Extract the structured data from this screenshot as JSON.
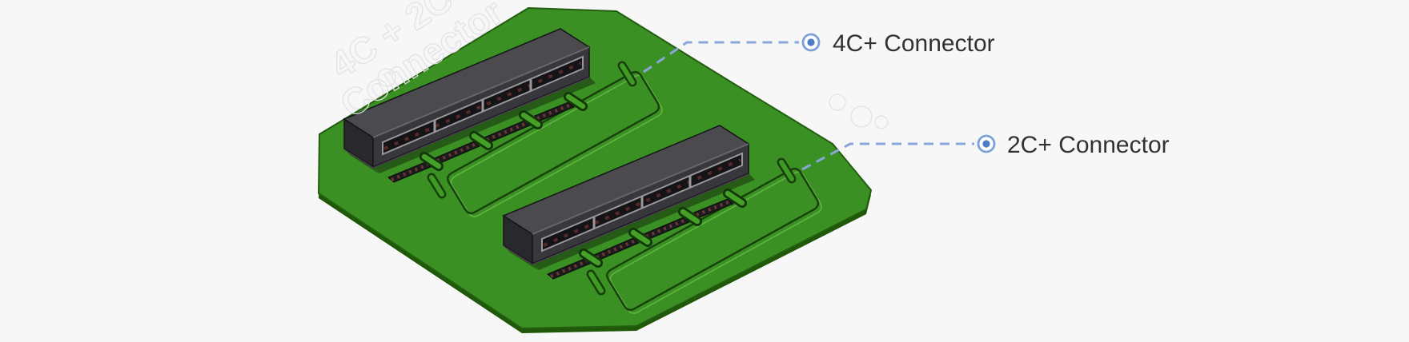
{
  "diagram": {
    "description": "Isometric rendering of a green PCB with two edge connectors and two callout labels",
    "background_color": "#f7f7f8"
  },
  "board": {
    "name": "green PCB",
    "surface_color": "#3b9023",
    "edge_color": "#205809"
  },
  "connectors": [
    {
      "id": "4c-plus",
      "callout_label": "4C+ Connector",
      "housing_color": "#4b4b4f"
    },
    {
      "id": "2c-plus",
      "callout_label": "2C+ Connector",
      "housing_color": "#4b4b4f"
    }
  ],
  "callout_style": {
    "line_color": "#8aa6d8",
    "marker_icon": "target-bullseye-icon",
    "marker_ring_color": "#7ba0d6",
    "marker_dot_color": "#4a7ec6",
    "label_color": "#323234"
  },
  "watermark": {
    "line1": "4C + 2C",
    "line2": "Connector"
  }
}
